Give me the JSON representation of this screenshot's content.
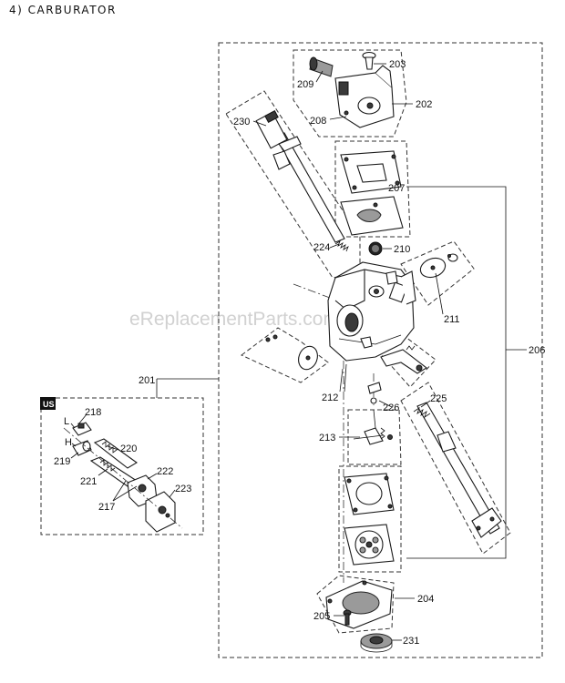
{
  "section_title": "4) CARBURATOR",
  "watermark": "eReplacementParts.com",
  "region_badge": "US",
  "screw_markers": {
    "low": "L",
    "high": "H"
  },
  "parts": {
    "p201": "201",
    "p202": "202",
    "p203": "203",
    "p204": "204",
    "p205": "205",
    "p206": "206",
    "p207": "207",
    "p208": "208",
    "p209": "209",
    "p210": "210",
    "p211": "211",
    "p212": "212",
    "p213": "213",
    "p217": "217",
    "p218": "218",
    "p219": "219",
    "p220": "220",
    "p221": "221",
    "p222": "222",
    "p223": "223",
    "p224": "224",
    "p225": "225",
    "p226": "226",
    "p230": "230",
    "p231": "231"
  }
}
